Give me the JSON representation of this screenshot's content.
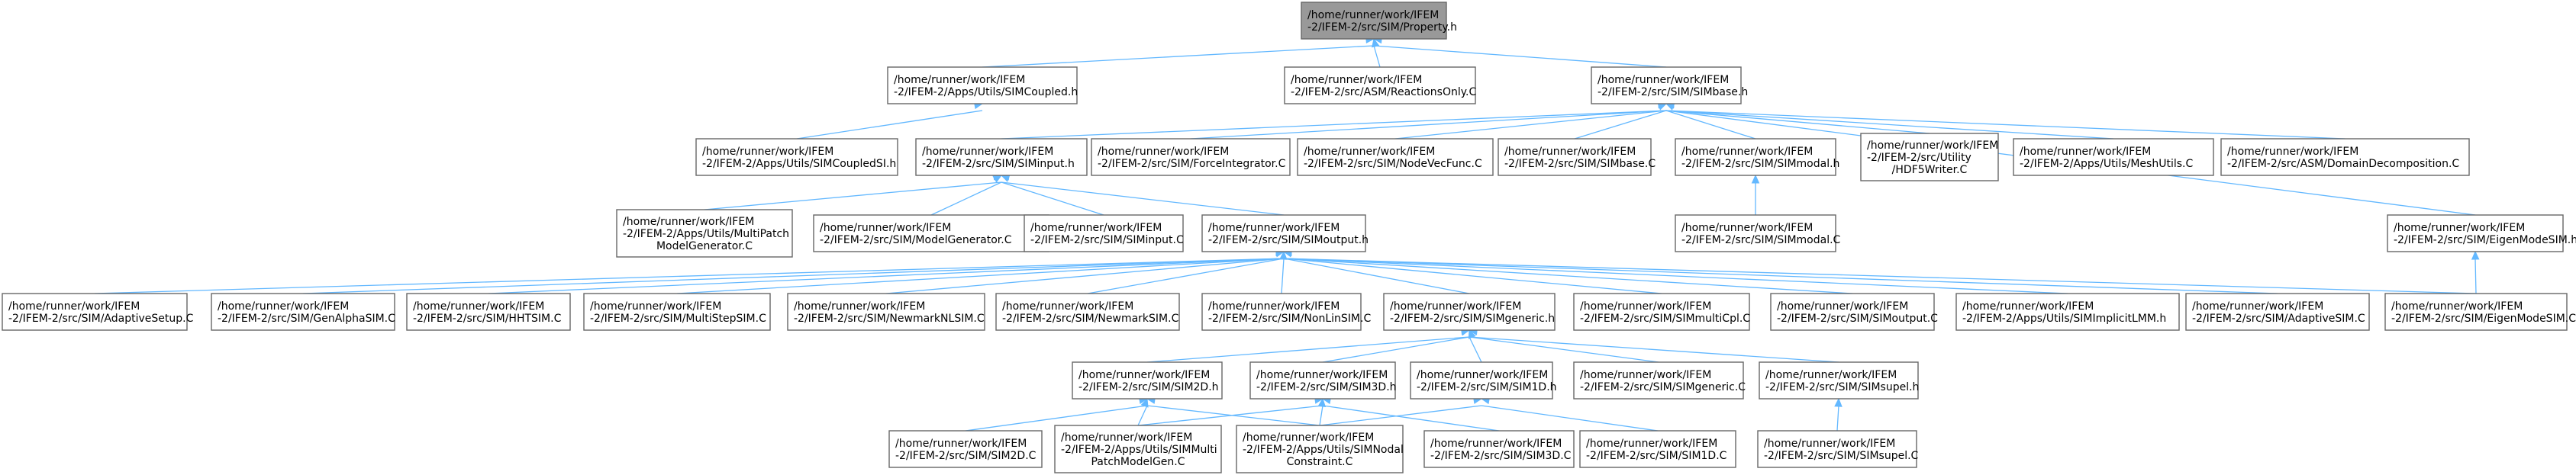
{
  "diagram": {
    "root": "p",
    "nodes": [
      {
        "id": "p",
        "lines": [
          "/home/runner/work/IFEM",
          "-2/IFEM-2/src/SIM/Property.h"
        ]
      },
      {
        "id": "cpl",
        "lines": [
          "/home/runner/work/IFEM",
          "-2/IFEM-2/Apps/Utils/SIMCoupled.h"
        ]
      },
      {
        "id": "ro",
        "lines": [
          "/home/runner/work/IFEM",
          "-2/IFEM-2/src/ASM/ReactionsOnly.C"
        ]
      },
      {
        "id": "sb",
        "lines": [
          "/home/runner/work/IFEM",
          "-2/IFEM-2/src/SIM/SIMbase.h"
        ]
      },
      {
        "id": "csi",
        "lines": [
          "/home/runner/work/IFEM",
          "-2/IFEM-2/Apps/Utils/SIMCoupledSI.h"
        ]
      },
      {
        "id": "si",
        "lines": [
          "/home/runner/work/IFEM",
          "-2/IFEM-2/src/SIM/SIMinput.h"
        ]
      },
      {
        "id": "fi",
        "lines": [
          "/home/runner/work/IFEM",
          "-2/IFEM-2/src/SIM/ForceIntegrator.C"
        ]
      },
      {
        "id": "nv",
        "lines": [
          "/home/runner/work/IFEM",
          "-2/IFEM-2/src/SIM/NodeVecFunc.C"
        ]
      },
      {
        "id": "sbc",
        "lines": [
          "/home/runner/work/IFEM",
          "-2/IFEM-2/src/SIM/SIMbase.C"
        ]
      },
      {
        "id": "smh",
        "lines": [
          "/home/runner/work/IFEM",
          "-2/IFEM-2/src/SIM/SIMmodal.h"
        ]
      },
      {
        "id": "hdf",
        "lines": [
          "/home/runner/work/IFEM",
          "-2/IFEM-2/src/Utility",
          "/HDF5Writer.C"
        ]
      },
      {
        "id": "mu",
        "lines": [
          "/home/runner/work/IFEM",
          "-2/IFEM-2/Apps/Utils/MeshUtils.C"
        ]
      },
      {
        "id": "dd",
        "lines": [
          "/home/runner/work/IFEM",
          "-2/IFEM-2/src/ASM/DomainDecomposition.C"
        ]
      },
      {
        "id": "mpg",
        "lines": [
          "/home/runner/work/IFEM",
          "-2/IFEM-2/Apps/Utils/MultiPatch",
          "ModelGenerator.C"
        ]
      },
      {
        "id": "mg",
        "lines": [
          "/home/runner/work/IFEM",
          "-2/IFEM-2/src/SIM/ModelGenerator.C"
        ]
      },
      {
        "id": "sic",
        "lines": [
          "/home/runner/work/IFEM",
          "-2/IFEM-2/src/SIM/SIMinput.C"
        ]
      },
      {
        "id": "so",
        "lines": [
          "/home/runner/work/IFEM",
          "-2/IFEM-2/src/SIM/SIMoutput.h"
        ]
      },
      {
        "id": "smc",
        "lines": [
          "/home/runner/work/IFEM",
          "-2/IFEM-2/src/SIM/SIMmodal.C"
        ]
      },
      {
        "id": "esh",
        "lines": [
          "/home/runner/work/IFEM",
          "-2/IFEM-2/src/SIM/EigenModeSIM.h"
        ]
      },
      {
        "id": "as",
        "lines": [
          "/home/runner/work/IFEM",
          "-2/IFEM-2/src/SIM/AdaptiveSetup.C"
        ]
      },
      {
        "id": "ga",
        "lines": [
          "/home/runner/work/IFEM",
          "-2/IFEM-2/src/SIM/GenAlphaSIM.C"
        ]
      },
      {
        "id": "hht",
        "lines": [
          "/home/runner/work/IFEM",
          "-2/IFEM-2/src/SIM/HHTSIM.C"
        ]
      },
      {
        "id": "ms",
        "lines": [
          "/home/runner/work/IFEM",
          "-2/IFEM-2/src/SIM/MultiStepSIM.C"
        ]
      },
      {
        "id": "nnl",
        "lines": [
          "/home/runner/work/IFEM",
          "-2/IFEM-2/src/SIM/NewmarkNLSIM.C"
        ]
      },
      {
        "id": "nm",
        "lines": [
          "/home/runner/work/IFEM",
          "-2/IFEM-2/src/SIM/NewmarkSIM.C"
        ]
      },
      {
        "id": "nl",
        "lines": [
          "/home/runner/work/IFEM",
          "-2/IFEM-2/src/SIM/NonLinSIM.C"
        ]
      },
      {
        "id": "sg",
        "lines": [
          "/home/runner/work/IFEM",
          "-2/IFEM-2/src/SIM/SIMgeneric.h"
        ]
      },
      {
        "id": "mcpl",
        "lines": [
          "/home/runner/work/IFEM",
          "-2/IFEM-2/src/SIM/SIMmultiCpl.C"
        ]
      },
      {
        "id": "soc",
        "lines": [
          "/home/runner/work/IFEM",
          "-2/IFEM-2/src/SIM/SIMoutput.C"
        ]
      },
      {
        "id": "lmm",
        "lines": [
          "/home/runner/work/IFEM",
          "-2/IFEM-2/Apps/Utils/SIMImplicitLMM.h"
        ]
      },
      {
        "id": "asc",
        "lines": [
          "/home/runner/work/IFEM",
          "-2/IFEM-2/src/SIM/AdaptiveSIM.C"
        ]
      },
      {
        "id": "esc",
        "lines": [
          "/home/runner/work/IFEM",
          "-2/IFEM-2/src/SIM/EigenModeSIM.C"
        ]
      },
      {
        "id": "s2h",
        "lines": [
          "/home/runner/work/IFEM",
          "-2/IFEM-2/src/SIM/SIM2D.h"
        ]
      },
      {
        "id": "s3h",
        "lines": [
          "/home/runner/work/IFEM",
          "-2/IFEM-2/src/SIM/SIM3D.h"
        ]
      },
      {
        "id": "s1h",
        "lines": [
          "/home/runner/work/IFEM",
          "-2/IFEM-2/src/SIM/SIM1D.h"
        ]
      },
      {
        "id": "sgc",
        "lines": [
          "/home/runner/work/IFEM",
          "-2/IFEM-2/src/SIM/SIMgeneric.C"
        ]
      },
      {
        "id": "suh",
        "lines": [
          "/home/runner/work/IFEM",
          "-2/IFEM-2/src/SIM/SIMsupel.h"
        ]
      },
      {
        "id": "s2c",
        "lines": [
          "/home/runner/work/IFEM",
          "-2/IFEM-2/src/SIM/SIM2D.C"
        ]
      },
      {
        "id": "mpm",
        "lines": [
          "/home/runner/work/IFEM",
          "-2/IFEM-2/Apps/Utils/SIMMulti",
          "PatchModelGen.C"
        ]
      },
      {
        "id": "nc",
        "lines": [
          "/home/runner/work/IFEM",
          "-2/IFEM-2/Apps/Utils/SIMNodal",
          "Constraint.C"
        ]
      },
      {
        "id": "s3c",
        "lines": [
          "/home/runner/work/IFEM",
          "-2/IFEM-2/src/SIM/SIM3D.C"
        ]
      },
      {
        "id": "s1c",
        "lines": [
          "/home/runner/work/IFEM",
          "-2/IFEM-2/src/SIM/SIM1D.C"
        ]
      },
      {
        "id": "suc",
        "lines": [
          "/home/runner/work/IFEM",
          "-2/IFEM-2/src/SIM/SIMsupel.C"
        ]
      }
    ],
    "edges": [
      [
        "p",
        "cpl"
      ],
      [
        "p",
        "ro"
      ],
      [
        "p",
        "sb"
      ],
      [
        "cpl",
        "csi"
      ],
      [
        "sb",
        "si"
      ],
      [
        "sb",
        "fi"
      ],
      [
        "sb",
        "nv"
      ],
      [
        "sb",
        "sbc"
      ],
      [
        "sb",
        "smh"
      ],
      [
        "sb",
        "hdf"
      ],
      [
        "sb",
        "mu"
      ],
      [
        "sb",
        "dd"
      ],
      [
        "sb",
        "esh"
      ],
      [
        "si",
        "mpg"
      ],
      [
        "si",
        "mg"
      ],
      [
        "si",
        "sic"
      ],
      [
        "si",
        "so"
      ],
      [
        "smh",
        "smc"
      ],
      [
        "esh",
        "esc"
      ],
      [
        "so",
        "as"
      ],
      [
        "so",
        "ga"
      ],
      [
        "so",
        "hht"
      ],
      [
        "so",
        "ms"
      ],
      [
        "so",
        "nnl"
      ],
      [
        "so",
        "nm"
      ],
      [
        "so",
        "nl"
      ],
      [
        "so",
        "sg"
      ],
      [
        "so",
        "mcpl"
      ],
      [
        "so",
        "soc"
      ],
      [
        "so",
        "lmm"
      ],
      [
        "so",
        "asc"
      ],
      [
        "so",
        "esc"
      ],
      [
        "sg",
        "s2h"
      ],
      [
        "sg",
        "s3h"
      ],
      [
        "sg",
        "s1h"
      ],
      [
        "sg",
        "sgc"
      ],
      [
        "sg",
        "suh"
      ],
      [
        "s2h",
        "s2c"
      ],
      [
        "s2h",
        "mpm"
      ],
      [
        "s2h",
        "nc"
      ],
      [
        "s3h",
        "mpm"
      ],
      [
        "s3h",
        "nc"
      ],
      [
        "s3h",
        "s3c"
      ],
      [
        "s1h",
        "nc"
      ],
      [
        "s1h",
        "s1c"
      ],
      [
        "suh",
        "suc"
      ]
    ]
  }
}
